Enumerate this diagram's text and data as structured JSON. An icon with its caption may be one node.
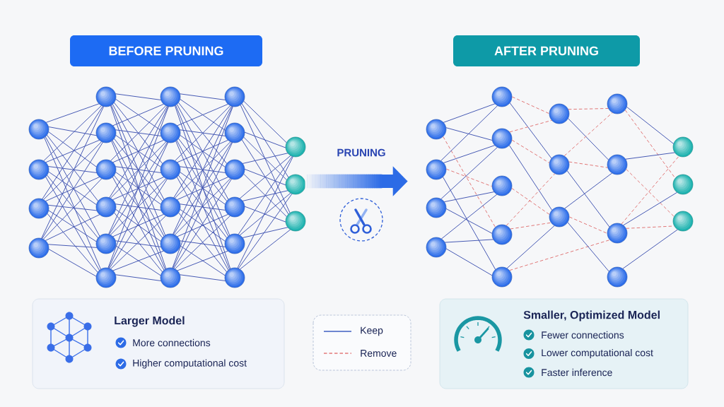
{
  "diagram": {
    "nodes": [
      {
        "text": [
          "BEFORE PRUNING"
        ]
      },
      {
        "text": [
          "AFTER PRUNING"
        ]
      },
      {
        "text": [],
        "shape": "circle"
      },
      {
        "text": [],
        "shape": "circle"
      },
      {
        "text": [],
        "shape": "circle"
      },
      {
        "text": [],
        "shape": "circle"
      },
      {
        "text": [],
        "shape": "circle"
      },
      {
        "text": [],
        "shape": "circle"
      },
      {
        "text": [],
        "shape": "circle"
      },
      {
        "text": [],
        "shape": "circle"
      },
      {
        "text": [],
        "shape": "circle"
      },
      {
        "text": [],
        "shape": "circle"
      },
      {
        "text": [],
        "shape": "circle"
      },
      {
        "text": [],
        "shape": "circle"
      },
      {
        "text": [],
        "shape": "circle"
      },
      {
        "text": [],
        "shape": "circle"
      },
      {
        "text": [],
        "shape": "circle"
      },
      {
        "text": [],
        "shape": "circle"
      },
      {
        "text": [],
        "shape": "circle"
      },
      {
        "text": [],
        "shape": "circle"
      },
      {
        "text": [],
        "shape": "circle"
      },
      {
        "text": [],
        "shape": "circle"
      },
      {
        "text": [],
        "shape": "circle"
      },
      {
        "text": [],
        "shape": "circle"
      },
      {
        "text": [],
        "shape": "circle"
      },
      {
        "text": [],
        "shape": "circle"
      },
      {
        "text": [],
        "shape": "circle"
      },
      {
        "text": [],
        "shape": "circle"
      },
      {
        "text": [],
        "shape": "circle"
      },
      {
        "text": [],
        "shape": "circle"
      },
      {
        "text": [],
        "shape": "circle"
      },
      {
        "text": [],
        "shape": "circle"
      },
      {
        "text": [],
        "shape": "circle"
      },
      {
        "text": [],
        "shape": "circle"
      },
      {
        "text": [],
        "shape": "circle"
      },
      {
        "text": [],
        "shape": "circle"
      },
      {
        "text": [],
        "shape": "circle"
      },
      {
        "text": [],
        "shape": "circle"
      },
      {
        "text": [],
        "shape": "circle"
      },
      {
        "text": [],
        "shape": "circle"
      },
      {
        "text": [],
        "shape": "circle"
      },
      {
        "text": [],
        "shape": "circle"
      },
      {
        "text": [],
        "shape": "circle"
      },
      {
        "text": [],
        "shape": "circle"
      },
      {
        "text": [],
        "shape": "circle"
      },
      {
        "text": [],
        "shape": "circle"
      },
      {
        "text": [
          "Larger Model",
          "More connections",
          "Higher computational cost"
        ]
      },
      {
        "text": [
          "Smaller, Optimized Model",
          "Fewer connections",
          "Lower computational cost",
          "Faster inference"
        ]
      }
    ],
    "edges": [
      {
        "from": 2,
        "to": 6,
        "arrow": "none"
      },
      {
        "from": 2,
        "to": 7,
        "arrow": "none"
      },
      {
        "from": 2,
        "to": 8,
        "arrow": "none"
      },
      {
        "from": 2,
        "to": 9,
        "arrow": "none"
      },
      {
        "from": 2,
        "to": 10,
        "arrow": "none"
      },
      {
        "from": 2,
        "to": 11,
        "arrow": "none"
      },
      {
        "from": 3,
        "to": 6,
        "arrow": "none"
      },
      {
        "from": 3,
        "to": 7,
        "arrow": "none"
      },
      {
        "from": 3,
        "to": 8,
        "arrow": "none"
      },
      {
        "from": 3,
        "to": 9,
        "arrow": "none"
      },
      {
        "from": 3,
        "to": 10,
        "arrow": "none"
      },
      {
        "from": 3,
        "to": 11,
        "arrow": "none"
      },
      {
        "from": 4,
        "to": 6,
        "arrow": "none"
      },
      {
        "from": 4,
        "to": 7,
        "arrow": "none"
      },
      {
        "from": 4,
        "to": 8,
        "arrow": "none"
      },
      {
        "from": 4,
        "to": 9,
        "arrow": "none"
      },
      {
        "from": 4,
        "to": 10,
        "arrow": "none"
      },
      {
        "from": 4,
        "to": 11,
        "arrow": "none"
      },
      {
        "from": 5,
        "to": 6,
        "arrow": "none"
      },
      {
        "from": 5,
        "to": 7,
        "arrow": "none"
      },
      {
        "from": 5,
        "to": 8,
        "arrow": "none"
      },
      {
        "from": 5,
        "to": 9,
        "arrow": "none"
      },
      {
        "from": 5,
        "to": 10,
        "arrow": "none"
      },
      {
        "from": 5,
        "to": 11,
        "arrow": "none"
      },
      {
        "from": 6,
        "to": 12,
        "arrow": "none"
      },
      {
        "from": 6,
        "to": 13,
        "arrow": "none"
      },
      {
        "from": 6,
        "to": 14,
        "arrow": "none"
      },
      {
        "from": 6,
        "to": 15,
        "arrow": "none"
      },
      {
        "from": 6,
        "to": 16,
        "arrow": "none"
      },
      {
        "from": 6,
        "to": 17,
        "arrow": "none"
      },
      {
        "from": 7,
        "to": 12,
        "arrow": "none"
      },
      {
        "from": 7,
        "to": 13,
        "arrow": "none"
      },
      {
        "from": 7,
        "to": 14,
        "arrow": "none"
      },
      {
        "from": 7,
        "to": 15,
        "arrow": "none"
      },
      {
        "from": 7,
        "to": 16,
        "arrow": "none"
      },
      {
        "from": 7,
        "to": 17,
        "arrow": "none"
      },
      {
        "from": 8,
        "to": 12,
        "arrow": "none"
      },
      {
        "from": 8,
        "to": 13,
        "arrow": "none"
      },
      {
        "from": 8,
        "to": 14,
        "arrow": "none"
      },
      {
        "from": 8,
        "to": 15,
        "arrow": "none"
      },
      {
        "from": 8,
        "to": 16,
        "arrow": "none"
      },
      {
        "from": 8,
        "to": 17,
        "arrow": "none"
      },
      {
        "from": 9,
        "to": 12,
        "arrow": "none"
      },
      {
        "from": 9,
        "to": 13,
        "arrow": "none"
      },
      {
        "from": 9,
        "to": 14,
        "arrow": "none"
      },
      {
        "from": 9,
        "to": 15,
        "arrow": "none"
      },
      {
        "from": 9,
        "to": 16,
        "arrow": "none"
      },
      {
        "from": 9,
        "to": 17,
        "arrow": "none"
      },
      {
        "from": 10,
        "to": 12,
        "arrow": "none"
      },
      {
        "from": 10,
        "to": 13,
        "arrow": "none"
      },
      {
        "from": 10,
        "to": 14,
        "arrow": "none"
      },
      {
        "from": 10,
        "to": 15,
        "arrow": "none"
      },
      {
        "from": 10,
        "to": 16,
        "arrow": "none"
      },
      {
        "from": 10,
        "to": 17,
        "arrow": "none"
      },
      {
        "from": 11,
        "to": 12,
        "arrow": "none"
      },
      {
        "from": 11,
        "to": 13,
        "arrow": "none"
      },
      {
        "from": 11,
        "to": 14,
        "arrow": "none"
      },
      {
        "from": 11,
        "to": 15,
        "arrow": "none"
      },
      {
        "from": 11,
        "to": 16,
        "arrow": "none"
      },
      {
        "from": 11,
        "to": 17,
        "arrow": "none"
      },
      {
        "from": 12,
        "to": 18,
        "arrow": "none"
      },
      {
        "from": 12,
        "to": 19,
        "arrow": "none"
      },
      {
        "from": 12,
        "to": 20,
        "arrow": "none"
      },
      {
        "from": 12,
        "to": 21,
        "arrow": "none"
      },
      {
        "from": 12,
        "to": 22,
        "arrow": "none"
      },
      {
        "from": 12,
        "to": 23,
        "arrow": "none"
      },
      {
        "from": 13,
        "to": 18,
        "arrow": "none"
      },
      {
        "from": 13,
        "to": 19,
        "arrow": "none"
      },
      {
        "from": 13,
        "to": 20,
        "arrow": "none"
      },
      {
        "from": 13,
        "to": 21,
        "arrow": "none"
      },
      {
        "from": 13,
        "to": 22,
        "arrow": "none"
      },
      {
        "from": 13,
        "to": 23,
        "arrow": "none"
      },
      {
        "from": 14,
        "to": 18,
        "arrow": "none"
      },
      {
        "from": 14,
        "to": 19,
        "arrow": "none"
      },
      {
        "from": 14,
        "to": 20,
        "arrow": "none"
      },
      {
        "from": 14,
        "to": 21,
        "arrow": "none"
      },
      {
        "from": 14,
        "to": 22,
        "arrow": "none"
      },
      {
        "from": 14,
        "to": 23,
        "arrow": "none"
      },
      {
        "from": 15,
        "to": 18,
        "arrow": "none"
      },
      {
        "from": 15,
        "to": 19,
        "arrow": "none"
      },
      {
        "from": 15,
        "to": 20,
        "arrow": "none"
      },
      {
        "from": 15,
        "to": 21,
        "arrow": "none"
      },
      {
        "from": 15,
        "to": 22,
        "arrow": "none"
      },
      {
        "from": 15,
        "to": 23,
        "arrow": "none"
      },
      {
        "from": 16,
        "to": 18,
        "arrow": "none"
      },
      {
        "from": 16,
        "to": 19,
        "arrow": "none"
      },
      {
        "from": 16,
        "to": 20,
        "arrow": "none"
      },
      {
        "from": 16,
        "to": 21,
        "arrow": "none"
      },
      {
        "from": 16,
        "to": 22,
        "arrow": "none"
      },
      {
        "from": 16,
        "to": 23,
        "arrow": "none"
      },
      {
        "from": 17,
        "to": 18,
        "arrow": "none"
      },
      {
        "from": 17,
        "to": 19,
        "arrow": "none"
      },
      {
        "from": 17,
        "to": 20,
        "arrow": "none"
      },
      {
        "from": 17,
        "to": 21,
        "arrow": "none"
      },
      {
        "from": 17,
        "to": 22,
        "arrow": "none"
      },
      {
        "from": 17,
        "to": 23,
        "arrow": "none"
      },
      {
        "from": 18,
        "to": 24,
        "arrow": "none"
      },
      {
        "from": 18,
        "to": 25,
        "arrow": "none"
      },
      {
        "from": 18,
        "to": 26,
        "arrow": "none"
      },
      {
        "from": 19,
        "to": 24,
        "arrow": "none"
      },
      {
        "from": 19,
        "to": 25,
        "arrow": "none"
      },
      {
        "from": 19,
        "to": 26,
        "arrow": "none"
      },
      {
        "from": 20,
        "to": 24,
        "arrow": "none"
      },
      {
        "from": 20,
        "to": 25,
        "arrow": "none"
      },
      {
        "from": 20,
        "to": 26,
        "arrow": "none"
      },
      {
        "from": 21,
        "to": 24,
        "arrow": "none"
      },
      {
        "from": 21,
        "to": 25,
        "arrow": "none"
      },
      {
        "from": 21,
        "to": 26,
        "arrow": "none"
      },
      {
        "from": 22,
        "to": 24,
        "arrow": "none"
      },
      {
        "from": 22,
        "to": 25,
        "arrow": "none"
      },
      {
        "from": 22,
        "to": 26,
        "arrow": "none"
      },
      {
        "from": 23,
        "to": 24,
        "arrow": "none"
      },
      {
        "from": 23,
        "to": 25,
        "arrow": "none"
      },
      {
        "from": 23,
        "to": 26,
        "arrow": "none"
      },
      {
        "from": 27,
        "to": 31,
        "arrow": "none"
      },
      {
        "from": 27,
        "to": 32,
        "arrow": "none"
      },
      {
        "from": 27,
        "to": 34,
        "arrow": "none",
        "style": "dashed",
        "color": "#e07676"
      },
      {
        "from": 28,
        "to": 31,
        "arrow": "none"
      },
      {
        "from": 28,
        "to": 32,
        "arrow": "none"
      },
      {
        "from": 28,
        "to": 33,
        "arrow": "none",
        "style": "dashed",
        "color": "#e07676"
      },
      {
        "from": 28,
        "to": 35,
        "arrow": "none"
      },
      {
        "from": 29,
        "to": 32,
        "arrow": "none"
      },
      {
        "from": 29,
        "to": 33,
        "arrow": "none"
      },
      {
        "from": 29,
        "to": 34,
        "arrow": "none"
      },
      {
        "from": 30,
        "to": 33,
        "arrow": "none"
      },
      {
        "from": 30,
        "to": 34,
        "arrow": "none"
      },
      {
        "from": 30,
        "to": 35,
        "arrow": "none"
      },
      {
        "from": 31,
        "to": 36,
        "arrow": "none",
        "style": "dashed",
        "color": "#e07676"
      },
      {
        "from": 31,
        "to": 37,
        "arrow": "none"
      },
      {
        "from": 32,
        "to": 36,
        "arrow": "none",
        "style": "dashed",
        "color": "#e07676"
      },
      {
        "from": 32,
        "to": 37,
        "arrow": "none",
        "style": "dashed",
        "color": "#e07676"
      },
      {
        "from": 32,
        "to": 38,
        "arrow": "none"
      },
      {
        "from": 33,
        "to": 38,
        "arrow": "none",
        "style": "dashed",
        "color": "#e07676"
      },
      {
        "from": 34,
        "to": 37,
        "arrow": "none",
        "style": "dashed",
        "color": "#e07676"
      },
      {
        "from": 34,
        "to": 38,
        "arrow": "none",
        "style": "dashed",
        "color": "#e07676"
      },
      {
        "from": 35,
        "to": 38,
        "arrow": "none"
      },
      {
        "from": 35,
        "to": 41,
        "arrow": "none",
        "style": "dashed",
        "color": "#e07676"
      },
      {
        "from": 36,
        "to": 39,
        "arrow": "none",
        "style": "dashed",
        "color": "#e07676"
      },
      {
        "from": 36,
        "to": 40,
        "arrow": "none"
      },
      {
        "from": 37,
        "to": 39,
        "arrow": "none",
        "style": "dashed",
        "color": "#e07676"
      },
      {
        "from": 37,
        "to": 40,
        "arrow": "none",
        "style": "dashed",
        "color": "#e07676"
      },
      {
        "from": 37,
        "to": 41,
        "arrow": "none"
      },
      {
        "from": 38,
        "to": 40,
        "arrow": "none"
      },
      {
        "from": 38,
        "to": 41,
        "arrow": "none",
        "style": "dashed",
        "color": "#e07676"
      },
      {
        "from": 38,
        "to": 42,
        "arrow": "none"
      },
      {
        "from": 39,
        "to": 43,
        "arrow": "none"
      },
      {
        "from": 39,
        "to": 44,
        "arrow": "none",
        "style": "dashed",
        "color": "#e07676"
      },
      {
        "from": 40,
        "to": 43,
        "arrow": "none"
      },
      {
        "from": 40,
        "to": 45,
        "arrow": "none",
        "style": "dashed",
        "color": "#e07676"
      },
      {
        "from": 41,
        "to": 43,
        "arrow": "none",
        "style": "dashed",
        "color": "#e07676"
      },
      {
        "from": 41,
        "to": 44,
        "arrow": "none"
      },
      {
        "from": 41,
        "to": 45,
        "arrow": "none",
        "style": "dashed",
        "color": "#e07676"
      },
      {
        "from": 42,
        "to": 45,
        "arrow": "none"
      },
      {
        "from": 25,
        "to": 28,
        "arrow": "to",
        "label": "PRUNING",
        "style": "thick",
        "color": "#2c6be6"
      }
    ],
    "legend": [
      {
        "text": "Keep"
      },
      {
        "text": "Remove"
      }
    ]
  }
}
